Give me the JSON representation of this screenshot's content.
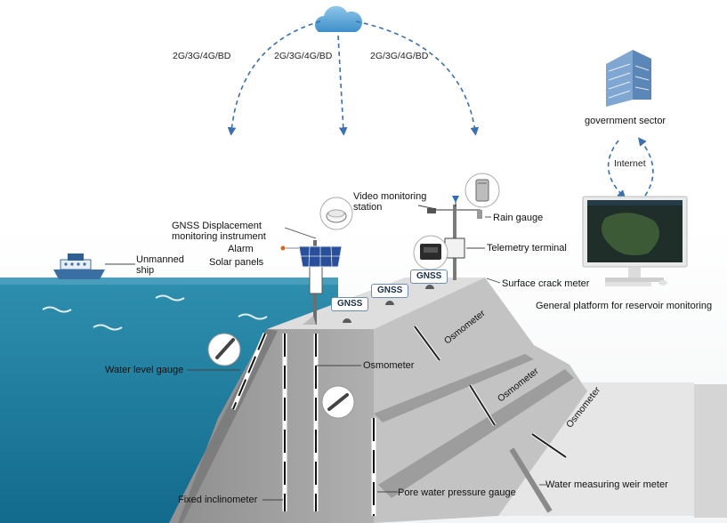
{
  "network": {
    "links": [
      "2G/3G/4G/BD",
      "2G/3G/4G/BD",
      "2G/3G/4G/BD"
    ],
    "internet": "Internet"
  },
  "labels": {
    "government_sector": "government sector",
    "video_monitoring_station": "Video monitoring station",
    "rain_gauge": "Rain gauge",
    "gnss_displacement": "GNSS Displacement monitoring instrument",
    "alarm": "Alarm",
    "solar_panels": "Solar panels",
    "telemetry_terminal": "Telemetry terminal",
    "unmanned_ship": "Unmanned ship",
    "surface_crack_meter": "Surface crack meter",
    "general_platform": "General platform for reservoir monitoring",
    "water_level_gauge": "Water level gauge",
    "osmometer_front": "Osmometer",
    "fixed_inclinometer": "Fixed inclinometer",
    "pore_water_pressure_gauge": "Pore water pressure gauge",
    "water_measuring_weir_meter": "Water measuring weir meter"
  },
  "gnss_tags": [
    "GNSS",
    "GNSS",
    "GNSS"
  ],
  "slope_osmometers": [
    "Osmometer",
    "Osmometer",
    "Osmometer"
  ],
  "colors": {
    "water_top": "#2f8fae",
    "water_bottom": "#156f93",
    "dam_crest": "#dcdcdc",
    "dam_face": "#a9a9a9",
    "slope": "#c8c8c8",
    "arrow": "#3a6fb0",
    "accent": "#1b2f4a"
  },
  "icons": [
    "cloud-icon",
    "building-icon",
    "monitor-icon",
    "ship-icon",
    "solar-panel-icon",
    "camera-icon",
    "rain-gauge-icon",
    "telemetry-terminal-icon"
  ]
}
